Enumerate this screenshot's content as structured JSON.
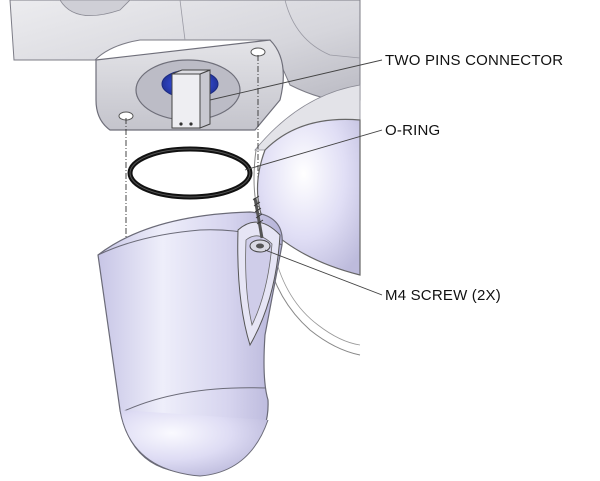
{
  "callouts": {
    "two_pins_connector": "TWO PINS CONNECTOR",
    "o_ring": "O-RING",
    "m4_screw": "M4 SCREW (2X)"
  },
  "colors": {
    "housing": "#d8d8dc",
    "housing_shadow": "#a9a9b2",
    "dome": "#cfcfea",
    "dome_highlight": "#f2f2fb",
    "connector_blue": "#2f45c8",
    "o_ring": "#111111",
    "leader": "#444444"
  }
}
